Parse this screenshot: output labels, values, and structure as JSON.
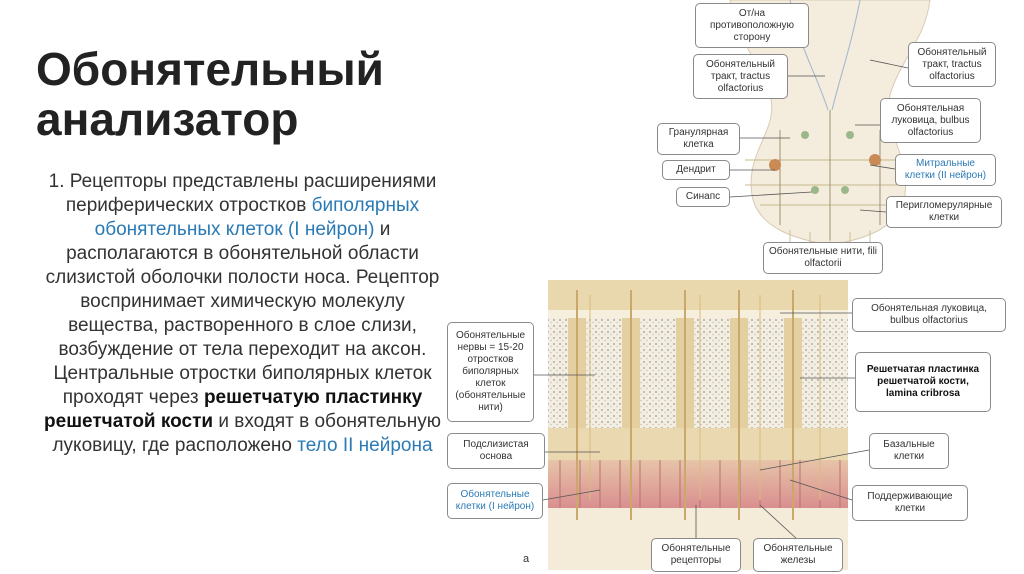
{
  "title": "Обонятельный анализатор",
  "paragraph": {
    "p1": "1. Рецепторы представлены расширениями периферических отростков ",
    "p2": "биполярных обонятельных клеток (I нейрон)",
    "p3": " и располагаются в обонятельной области слизистой оболочки полости носа. Рецептор воспринимает химическую молекулу вещества, растворенного в слое слизи, возбуждение от тела переходит на аксон. Центральные отростки биполярных клеток проходят через ",
    "p4": "решетчатую пластинку решетчатой кости",
    "p5": " и входят в обонятельную луковицу, где расположено ",
    "p6": "тело II нейрона"
  },
  "figure": {
    "letter": "а",
    "labels": {
      "contralateral": "От/на противоположную сторону",
      "tract_left": "Обонятельный тракт, tractus olfactorius",
      "tract_right": "Обонятельный тракт, tractus olfactorius",
      "granular": "Гранулярная клетка",
      "bulb_top": "Обонятельная луковица, bulbus olfactorius",
      "dendrite": "Дендрит",
      "mitral": "Митральные клетки (II нейрон)",
      "synapse": "Синапс",
      "periglomerular": "Перигломерулярные клетки",
      "fila": "Обонятельные нити, fili olfactorii",
      "bulb_mid": "Обонятельная луковица, bulbus olfactorius",
      "nerves": "Обонятельные нервы = 15-20 отростков биполярных клеток (обонятельные нити)",
      "cribriform": "Решетчатая пластинка решетчатой кости, lamina cribrosa",
      "submucosa": "Подслизистая основа",
      "basal": "Базальные клетки",
      "olf_cells": "Обонятельные клетки (I нейрон)",
      "supporting": "Поддерживающие клетки",
      "receptors": "Обонятельные рецепторы",
      "glands": "Обонятельные железы"
    },
    "colors": {
      "highlight": "#2a7ab5",
      "tissue": "#e9d4a6",
      "bone": "#f3efe4",
      "epithelium": "#d9a6a6"
    }
  }
}
